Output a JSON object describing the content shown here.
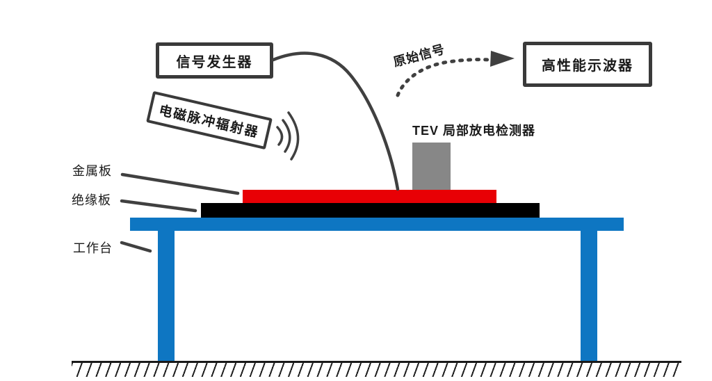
{
  "diagram": {
    "signal_generator": "信号发生器",
    "emp_radiator": "电磁脉冲辐射器",
    "oscilloscope": "高性能示波器",
    "raw_signal": "原始信号",
    "tev_detector": "TEV 局部放电检测器",
    "metal_plate": "金属板",
    "insulating_plate": "绝缘板",
    "workbench": "工作台"
  },
  "colors": {
    "metal_plate": "#e80005",
    "insulating_plate": "#000000",
    "workbench": "#0e76c2",
    "detector": "#878787",
    "outline": "#3a3a3a",
    "line": "#404040",
    "text": "#1a1a1a",
    "background": "#ffffff"
  }
}
